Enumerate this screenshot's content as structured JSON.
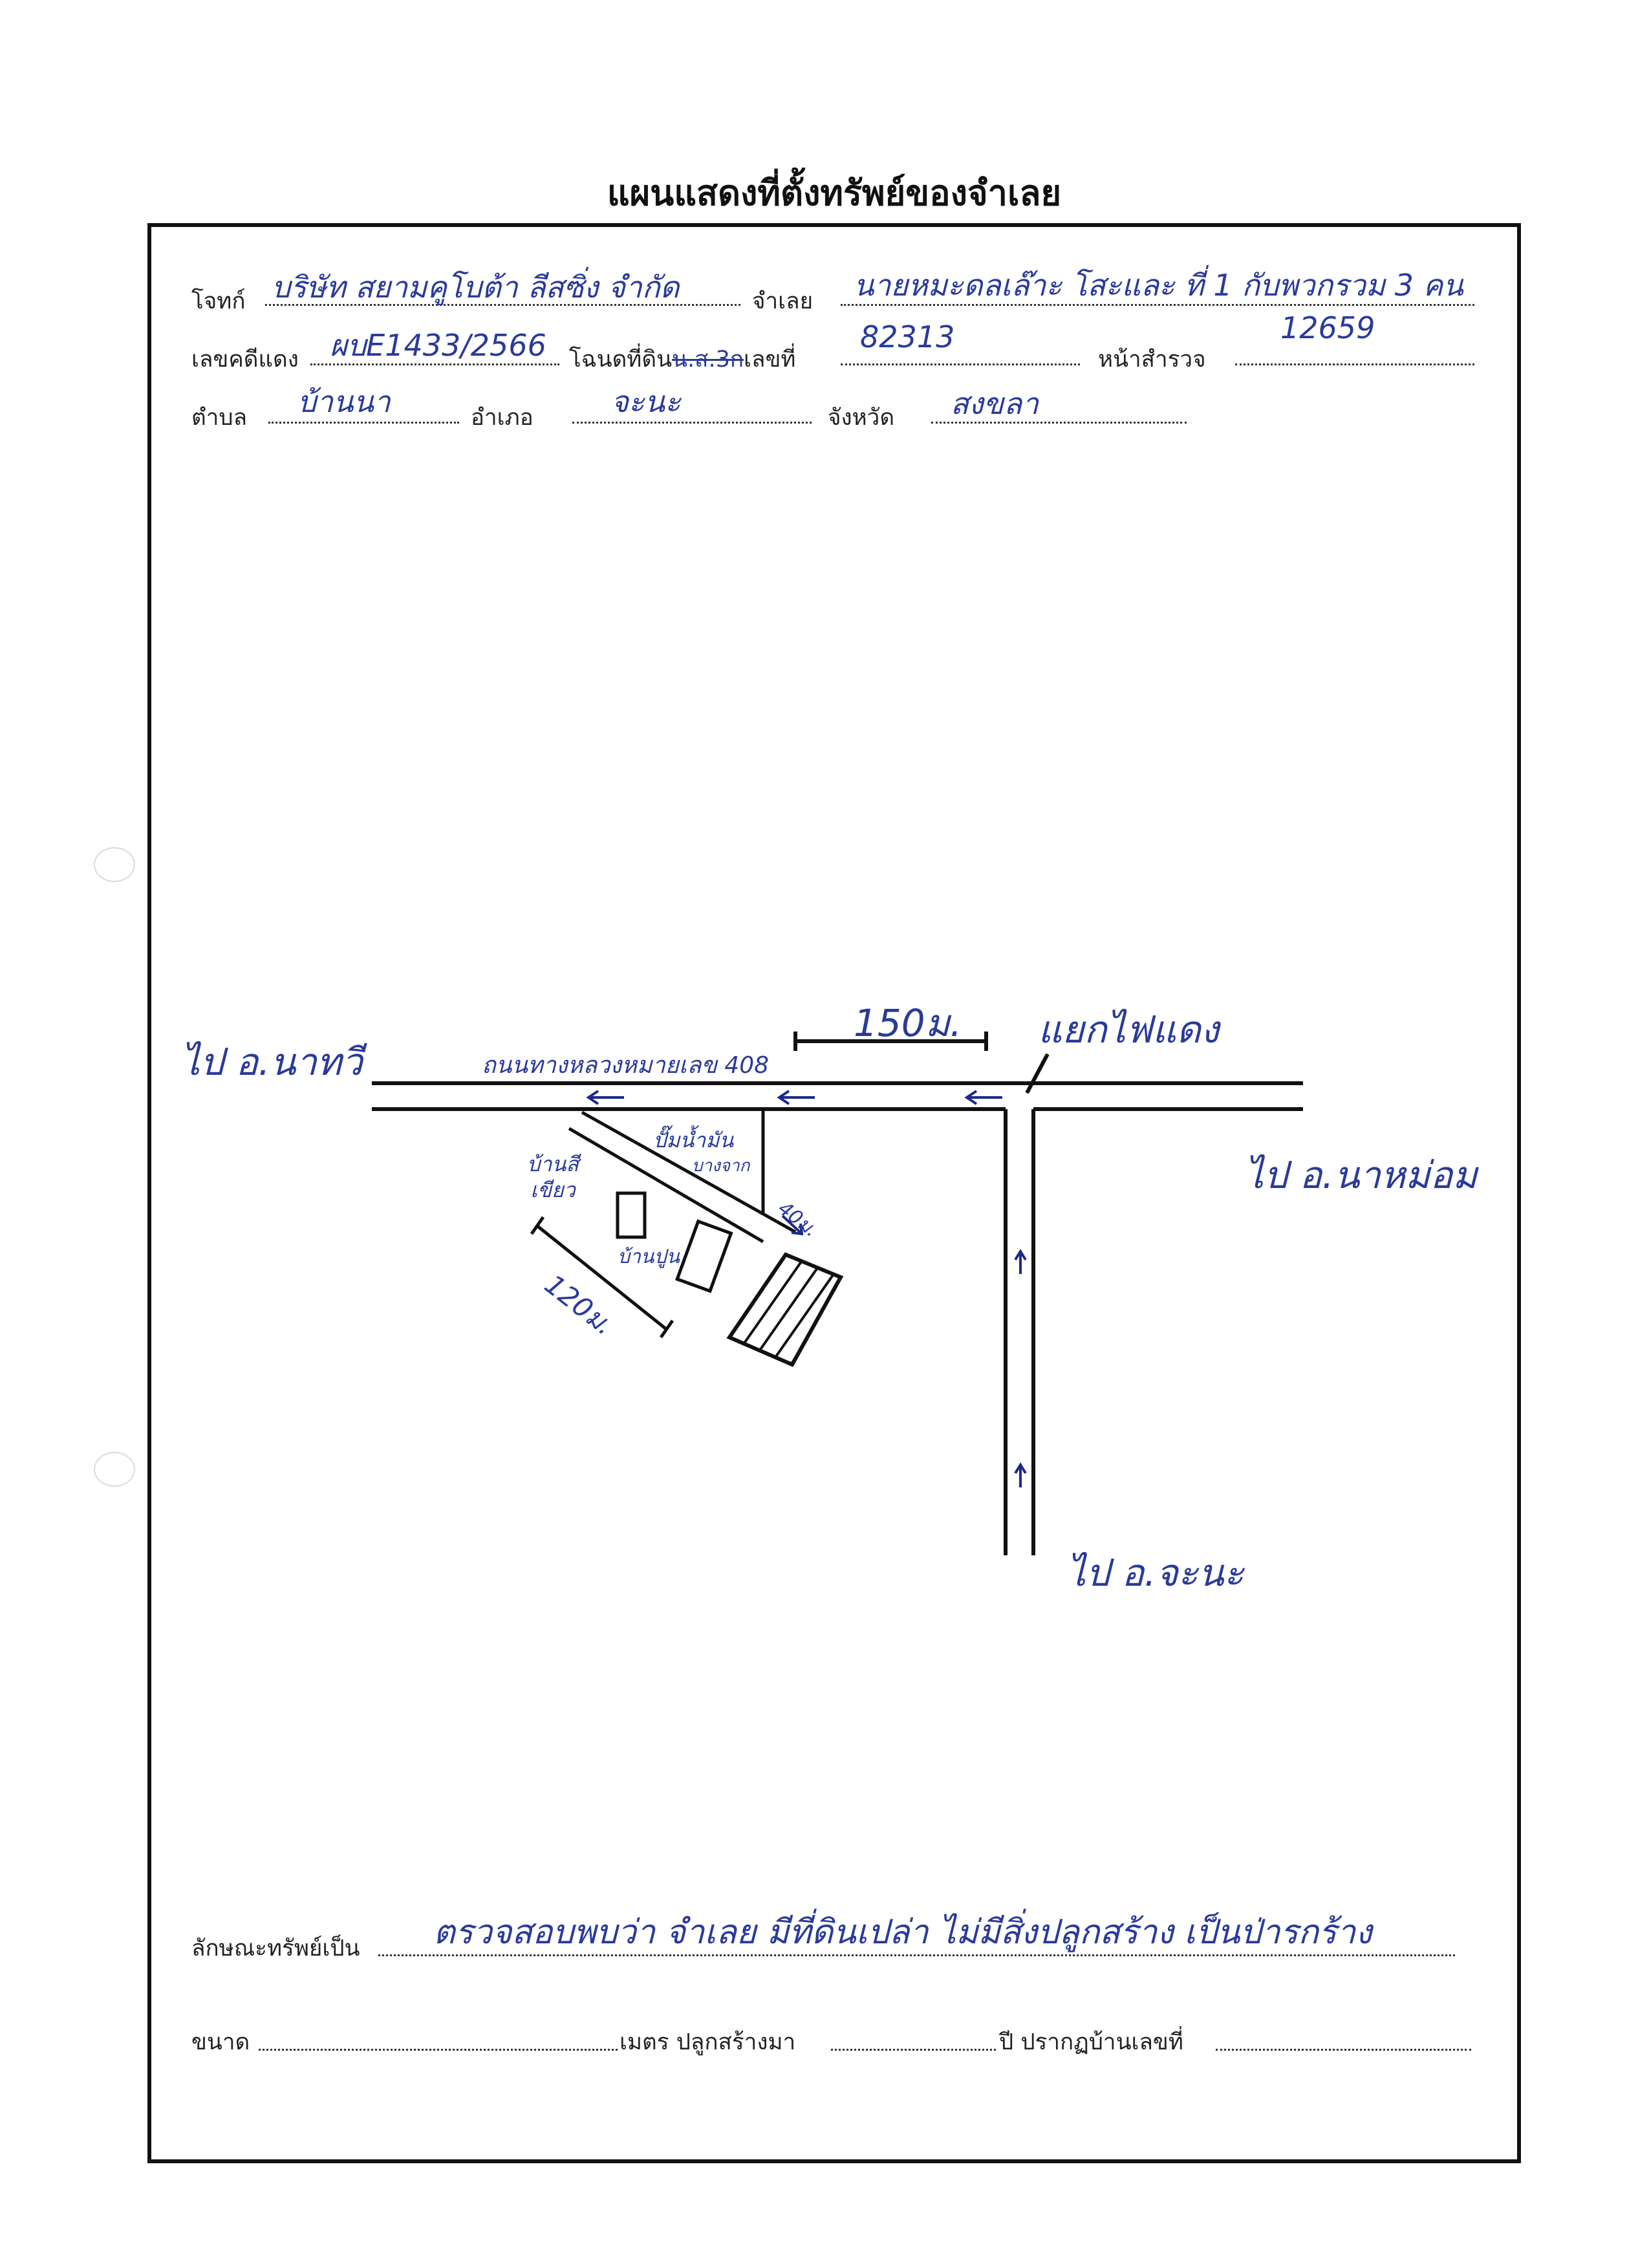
{
  "title": "แผนแสดงที่ตั้งทรัพย์ของจำเลย",
  "form": {
    "plaintiff_label": "โจทก์",
    "plaintiff_value": "บริษัท สยามคูโบต้า ลีสซิ่ง จำกัด",
    "defendant_label": "จำเลย",
    "defendant_value": "นายหมะดลเล๊าะ โสะและ ที่ 1 กับพวกรวม 3 คน",
    "case_label": "เลขคดีแดง",
    "case_value": "ผบE1433/2566",
    "deed_label_prefix": "โฉนดที่ดิน",
    "deed_struck": "น.ส.3ก",
    "deed_label_suffix": "เลขที่",
    "deed_value": "82313",
    "survey_page_label": "หน้าสำรวจ",
    "survey_page_value": "12659",
    "subdistrict_label": "ตำบล",
    "subdistrict_value": "บ้านนา",
    "district_label": "อำเภอ",
    "district_value": "จะนะ",
    "province_label": "จังหวัด",
    "province_value": "สงขลา"
  },
  "map": {
    "to_nathawi": "ไป อ.นาทวี",
    "highway": "ถนนทางหลวงหมายเลข 408",
    "distance_150": "150ม.",
    "traffic_light": "แยกไฟแดง",
    "to_namom": "ไป อ.นาหม่อม",
    "to_chana": "ไป อ.จะนะ",
    "gas_station": "ปั๊มน้ำมัน",
    "gas_station_sub": "บางจาก",
    "house_green": "บ้านสีเขียว",
    "house_cement": "บ้านปูน",
    "distance_40": "40ม.",
    "distance_120": "120ม."
  },
  "footer": {
    "property_label": "ลักษณะทรัพย์เป็น",
    "property_value": "ตรวจสอบพบว่า จำเลย มีที่ดินเปล่า ไม่มีสิ่งปลูกสร้าง เป็นป่ารกร้าง",
    "size_label": "ขนาด",
    "meter_built_label": "เมตร ปลูกสร้างมา",
    "year_house_label": "ปี ปรากฏบ้านเลขที่"
  },
  "colors": {
    "ink": "#2a3a9a",
    "frame": "#111111"
  }
}
